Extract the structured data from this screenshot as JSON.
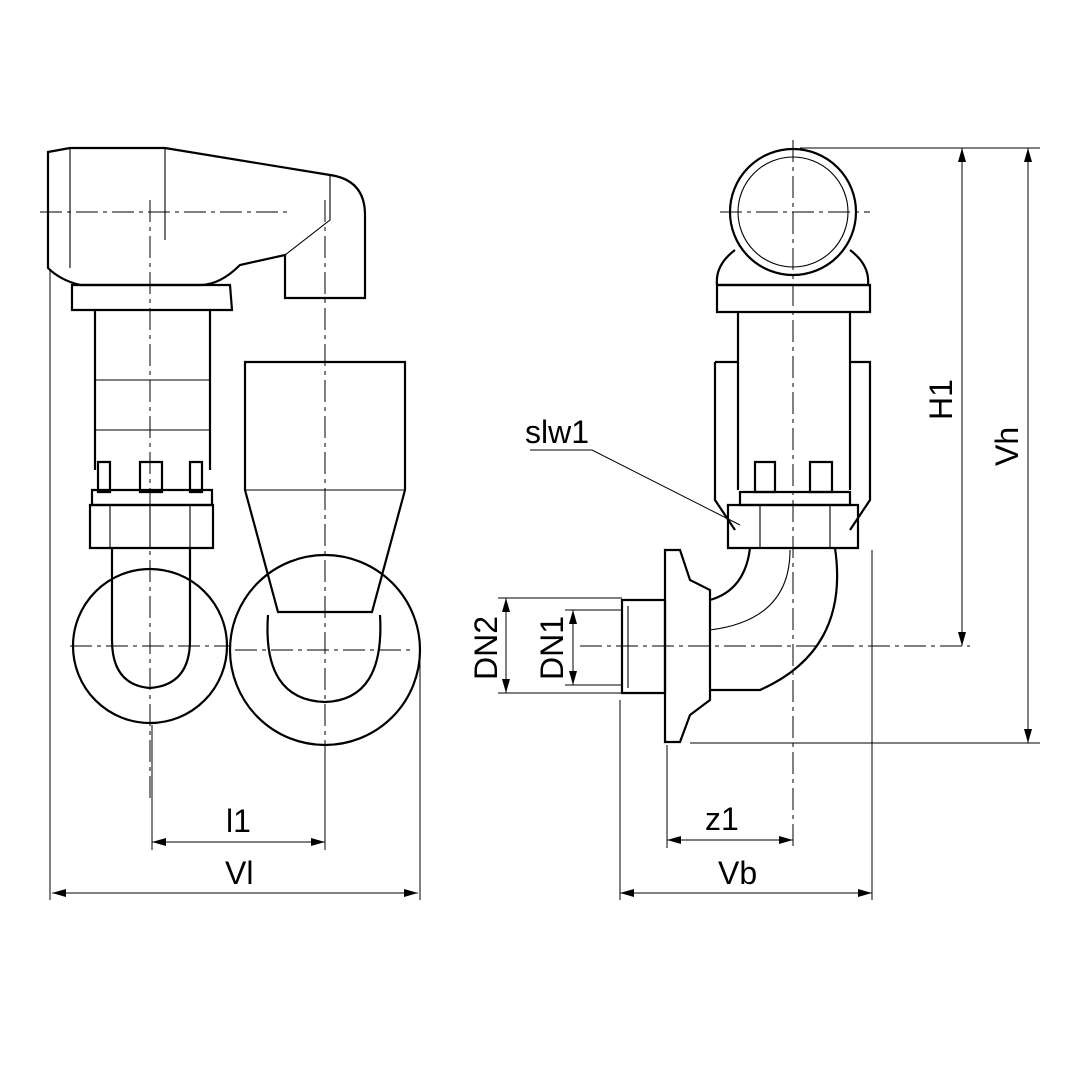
{
  "labels": {
    "slw1": "slw1",
    "H1": "H1",
    "Vh": "Vh",
    "DN2": "DN2",
    "DN1": "DN1",
    "l1": "l1",
    "Vl": "Vl",
    "z1": "z1",
    "Vb": "Vb"
  }
}
